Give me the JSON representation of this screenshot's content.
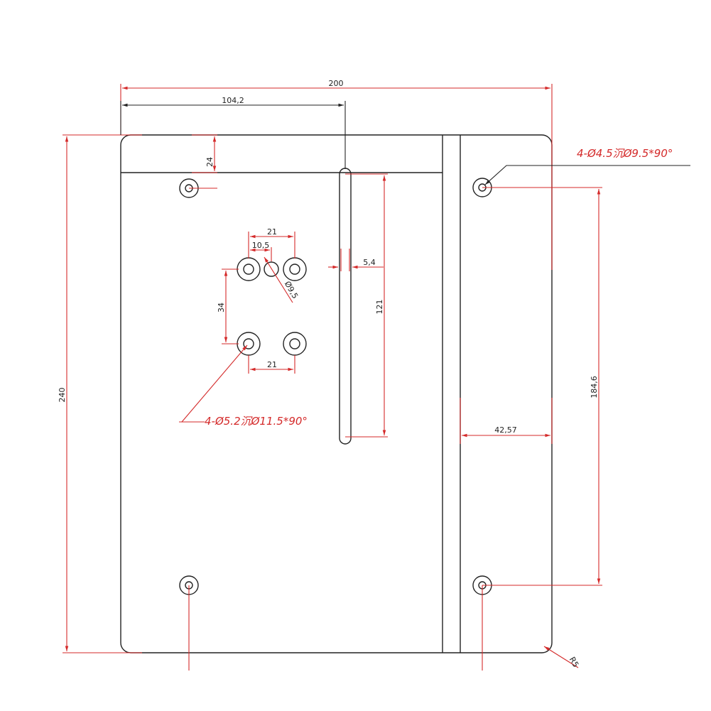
{
  "drawing": {
    "dimensions": {
      "overall_width": "200",
      "left_to_slot": "104,2",
      "top_strip": "24",
      "overall_height": "240",
      "hole_pitch_top": "21",
      "hole_offset": "10,5",
      "slot_width": "5,4",
      "slot_length": "121",
      "hole_vertical_pitch": "34",
      "hole_pitch_bottom": "21",
      "right_hole_spacing": "184,6",
      "right_strip_width": "42,57",
      "corner_radius": "R5",
      "center_hole": "Ø9,5"
    },
    "notes": {
      "corner_holes": "4-Ø4.5沉Ø9.5*90°",
      "center_holes": "4-Ø5.2沉Ø11.5*90°"
    }
  },
  "colors": {
    "outline": "#222222",
    "dimension": "#d42a2a"
  }
}
